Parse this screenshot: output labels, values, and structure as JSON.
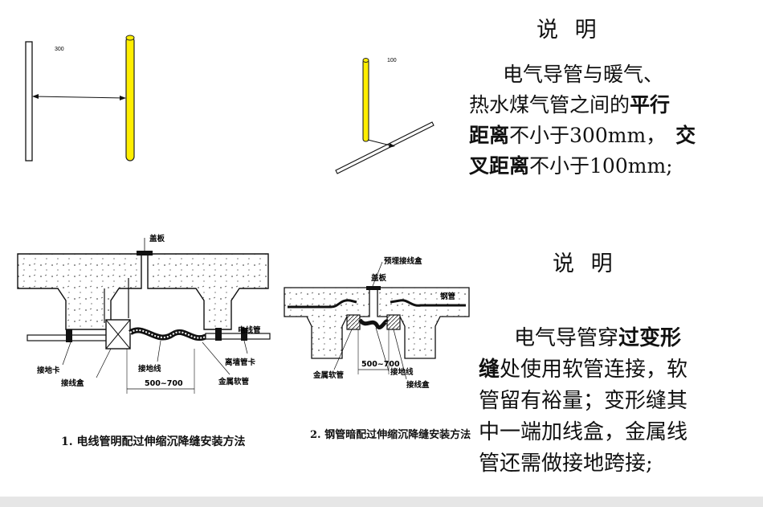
{
  "top_note": {
    "heading": "说 明",
    "line1": "电气导管与暖气、",
    "line2_a": "热水煤气管之间的",
    "line2_b": "平行",
    "line3_a": "距离",
    "line3_b": "不小于300mm，",
    "line3_c": "交",
    "line4_a": "叉距离",
    "line4_b": "不小于100mm;"
  },
  "bottom_note": {
    "heading": "说 明",
    "line1_a": "电气导管穿",
    "line1_b": "过变形",
    "line2_a": "缝",
    "line2_b": "处使用软管连接，软",
    "line3": "管留有裕量；变形缝其",
    "line4": "中一端加线盒，金属线",
    "line5": "管还需做接地跨接;"
  },
  "parallel_diagram": {
    "dim_label": "300",
    "accent_color": "#ffee00"
  },
  "cross_diagram": {
    "dim_label": "100"
  },
  "figure1": {
    "caption": "1. 电线管明配过伸缩沉降缝安装方法",
    "label_cover": "盖板",
    "label_conduit": "电线管",
    "label_clamp": "接地卡",
    "label_box": "接线盒",
    "label_ground": "接地线",
    "label_wall_clamp": "离墙管卡",
    "label_hose": "金属软管",
    "dim": "500~700"
  },
  "figure2": {
    "caption": "2. 钢管暗配过伸缩沉降缝安装方法",
    "label_box_top": "预埋接线盒",
    "label_cover": "盖板",
    "label_pipe": "钢管",
    "label_hose": "金属软管",
    "label_ground": "接地线",
    "label_box": "接线盒",
    "dim": "500~700"
  }
}
